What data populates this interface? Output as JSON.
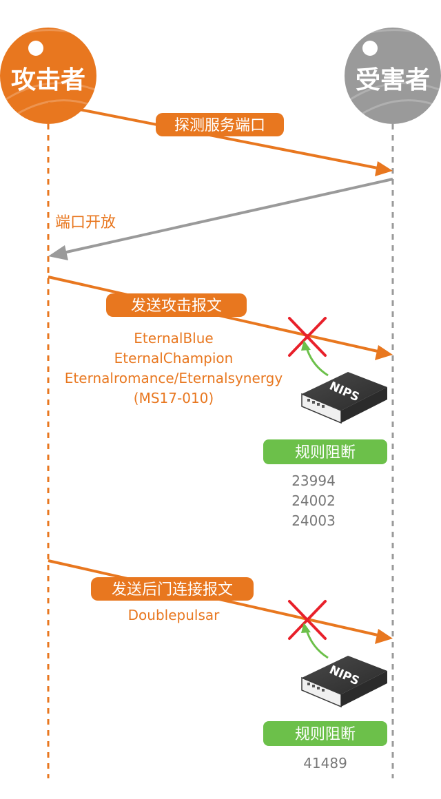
{
  "actors": {
    "attacker": {
      "label": "攻击者",
      "color": "#e8771f"
    },
    "victim": {
      "label": "受害者",
      "color": "#9a9a9a"
    }
  },
  "messages": {
    "probe": {
      "label": "探测服务端口"
    },
    "port_open": {
      "label": "端口开放"
    },
    "attack": {
      "label": "发送攻击报文",
      "exploits": [
        "EternalBlue",
        "EternalChampion",
        "Eternalromance/Eternalsynergy",
        "(MS17-010)"
      ]
    },
    "backdoor": {
      "label": "发送后门连接报文",
      "payload": "Doublepulsar"
    }
  },
  "blocks": [
    {
      "device": "NIPS",
      "badge": "规则阻断",
      "rules": [
        "23994",
        "24002",
        "24003"
      ]
    },
    {
      "device": "NIPS",
      "badge": "规则阻断",
      "rules": [
        "41489"
      ]
    }
  ],
  "colors": {
    "orange": "#e8771f",
    "gray": "#9a9a9a",
    "green": "#6cc04a",
    "red_x": "#e8202a",
    "rule_text": "#777777",
    "device_dark": "#3a3a3a"
  },
  "icons": {
    "blocked": "red-x-icon",
    "device": "nips-device-icon",
    "arrow": "arrow-head-icon"
  }
}
